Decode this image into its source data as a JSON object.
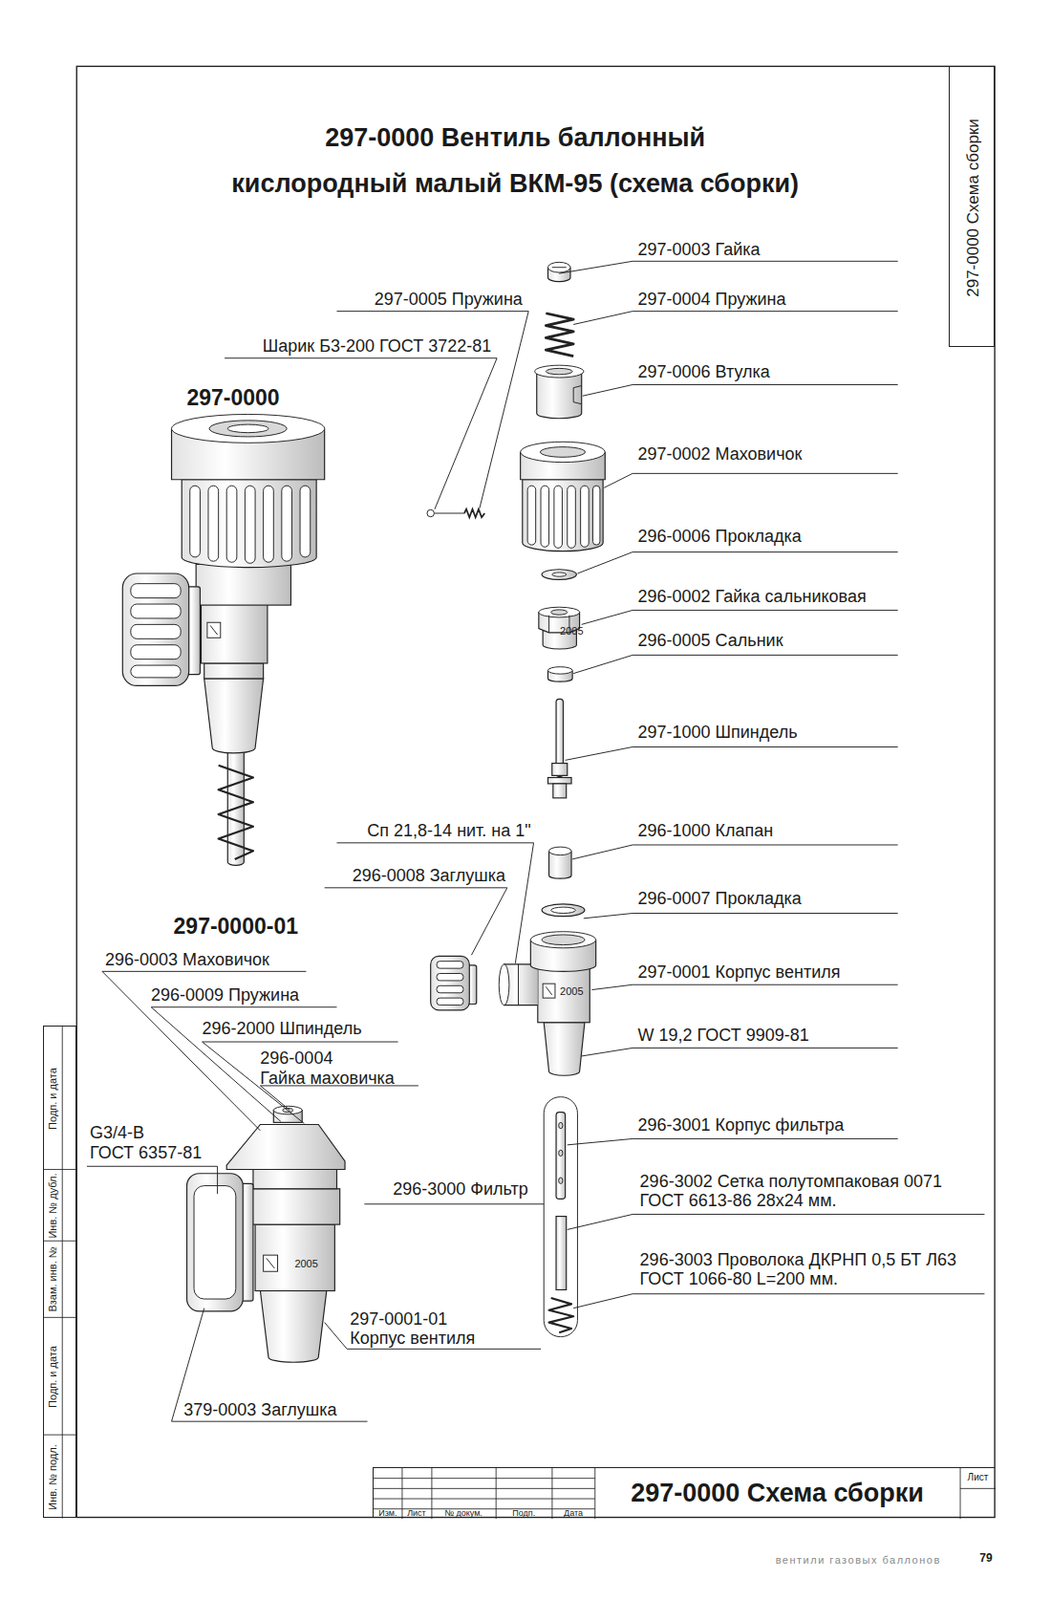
{
  "diagram": {
    "title": "297-0000 Вентиль баллонный кислородный малый ВКМ-95 (схема сборки)",
    "nodes": [
      {
        "text": [
          "297-0000 Схема сборки"
        ]
      },
      {
        "text": [
          "Изм.",
          "Лист",
          "№ докум.",
          "Подп.",
          "Дата",
          "297-0000 Схема сборки",
          "Лист"
        ]
      },
      {
        "text": [
          "Подп. и дата",
          "Инв. № дубл.",
          "Взам. инв. №",
          "Подп. и дата",
          "Инв. № подл."
        ]
      }
    ],
    "labels": [
      "297-0003 Гайка",
      "297-0005 Пружина",
      "297-0004 Пружина",
      "Шарик Б3-200 ГОСТ 3722-81",
      "297-0006 Втулка",
      "297-0000",
      "297-0002 Маховичок",
      "296-0006 Прокладка",
      "296-0002 Гайка сальниковая",
      "296-0005 Сальник",
      "297-1000 Шпиндель",
      "Сп 21,8-14 нит. на 1\"",
      "296-1000 Клапан",
      "296-0008 Заглушка",
      "296-0007 Прокладка",
      "297-0000-01",
      "297-0001 Корпус вентиля",
      "296-0003 Маховичок",
      "296-0009 Пружина",
      "W 19,2 ГОСТ 9909-81",
      "296-2000 Шпиндель",
      "296-0004 Гайка маховичка",
      "296-3001 Корпус фильтра",
      "G3/4-B ГОСТ 6357-81",
      "296-3000 Фильтр",
      "296-3002 Сетка полутомпаковая 0071 ГОСТ 6613-86 28х24 мм.",
      "296-3003 Проволока ДКРНП 0,5 БТ Л63 ГОСТ 1066-80 L=200 мм.",
      "297-0001-01 Корпус вентиля",
      "379-0003 Заглушка",
      "2005",
      "2005",
      "2005",
      "вентили газовых баллонов",
      "79"
    ]
  }
}
